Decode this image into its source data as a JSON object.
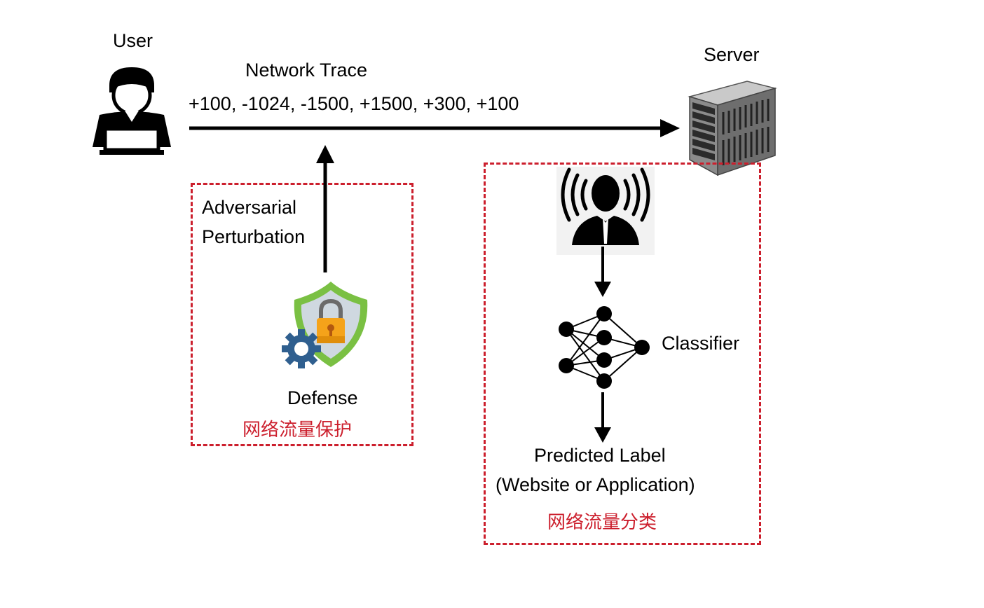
{
  "user": {
    "label": "User",
    "icon": "user-laptop-icon"
  },
  "server": {
    "label": "Server",
    "icon": "server-rack-icon"
  },
  "trace": {
    "title": "Network Trace",
    "values": "+100, -1024, -1500, +1500, +300, +100"
  },
  "defense_box": {
    "perturbation_line1": "Adversarial",
    "perturbation_line2": "Perturbation",
    "defense_label": "Defense",
    "caption": "网络流量保护",
    "icon": "shield-lock-gear-icon"
  },
  "classification_box": {
    "eavesdropper_icon": "eavesdropper-icon",
    "classifier_label": "Classifier",
    "classifier_icon": "neural-network-icon",
    "predicted_line1": "Predicted Label",
    "predicted_line2": "(Website or Application)",
    "caption": "网络流量分类"
  },
  "colors": {
    "dashed_border": "#cc1f2d",
    "caption_text": "#cc1f2d",
    "shield_green": "#7ac043",
    "lock_orange": "#f5a31a",
    "gear_blue": "#2f5f8f"
  }
}
